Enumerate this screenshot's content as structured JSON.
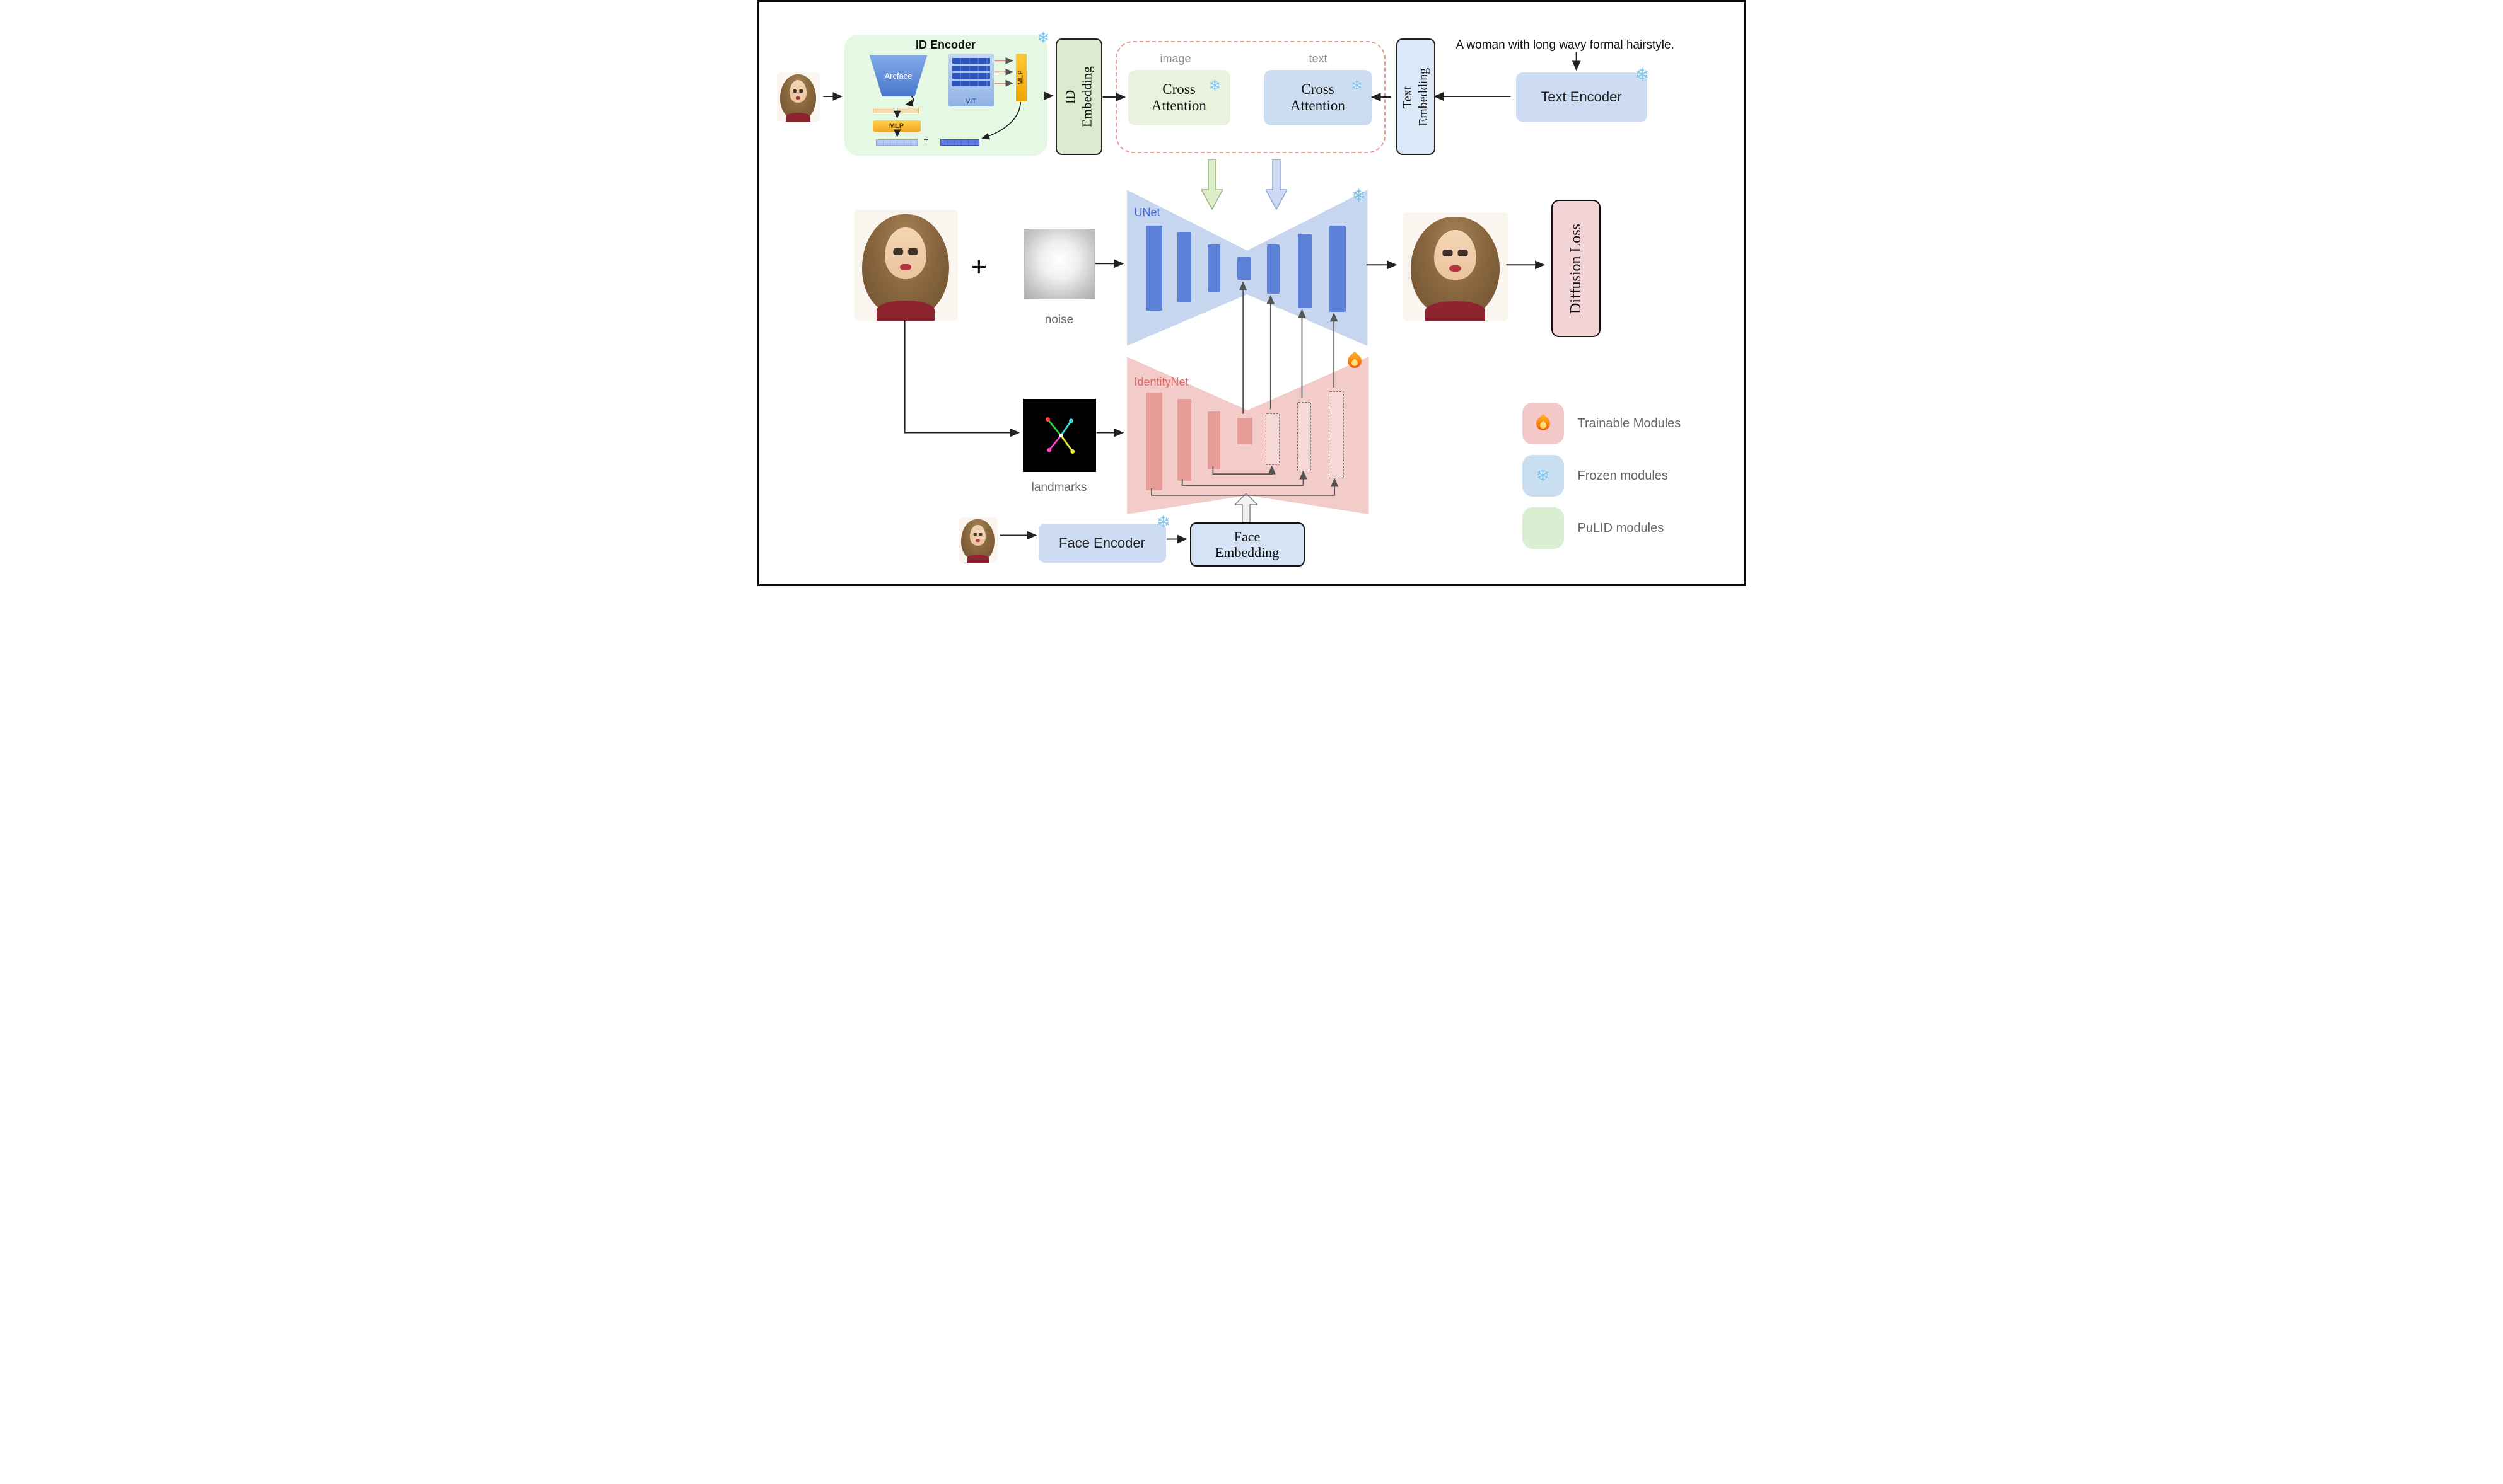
{
  "id_encoder": {
    "title": "ID Encoder",
    "arcface": "Arcface",
    "vit": "VIT",
    "mlp_v": "MLP",
    "mlp_h": "MLP",
    "plus": "+"
  },
  "id_embedding": "ID Embedding",
  "attn": {
    "image_caption": "image",
    "image_label": "Cross Attention",
    "text_caption": "text",
    "text_label": "Cross Attention"
  },
  "text_embedding": "Text Embedding",
  "prompt": "A woman with long wavy formal hairstyle.",
  "text_encoder": "Text Encoder",
  "unet": "UNet",
  "identitynet": "IdentityNet",
  "plus": "+",
  "noise": "noise",
  "landmarks": "landmarks",
  "diffusion_loss": "Diffusion Loss",
  "face_encoder": "Face Encoder",
  "face_embedding": "Face Embedding",
  "legend": {
    "items": [
      {
        "label": "Trainable Modules",
        "icon": "flame-icon",
        "color": "#f5c9c9"
      },
      {
        "label": "Frozen modules",
        "icon": "snowflake-icon",
        "color": "#cadef2"
      },
      {
        "label": "PuLID modules",
        "icon": "none",
        "color": "#d9efd2"
      }
    ]
  },
  "icons": {
    "snowflake": "❄"
  }
}
